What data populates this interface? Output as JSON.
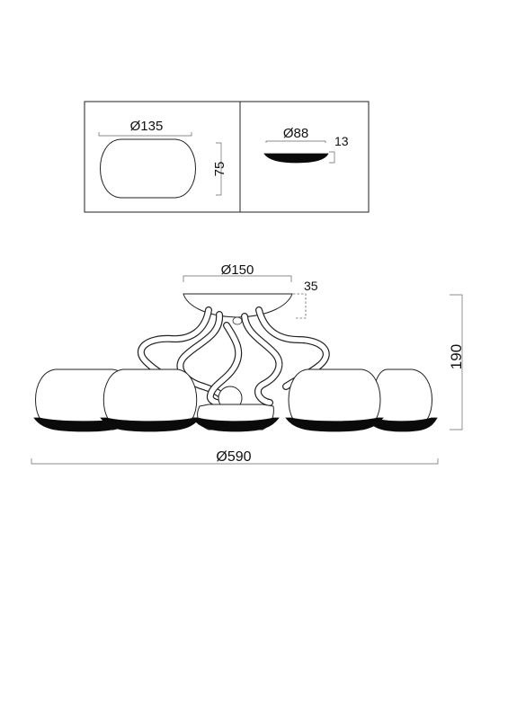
{
  "dimensions": {
    "shade_diameter": "Ø135",
    "shade_height": "75",
    "base_diameter": "Ø88",
    "base_height": "13",
    "canopy_diameter": "Ø150",
    "canopy_height": "35",
    "total_height": "190",
    "total_diameter": "Ø590"
  },
  "colors": {
    "line": "#222222",
    "dark_fill": "#0a0a0a",
    "background": "#ffffff"
  }
}
